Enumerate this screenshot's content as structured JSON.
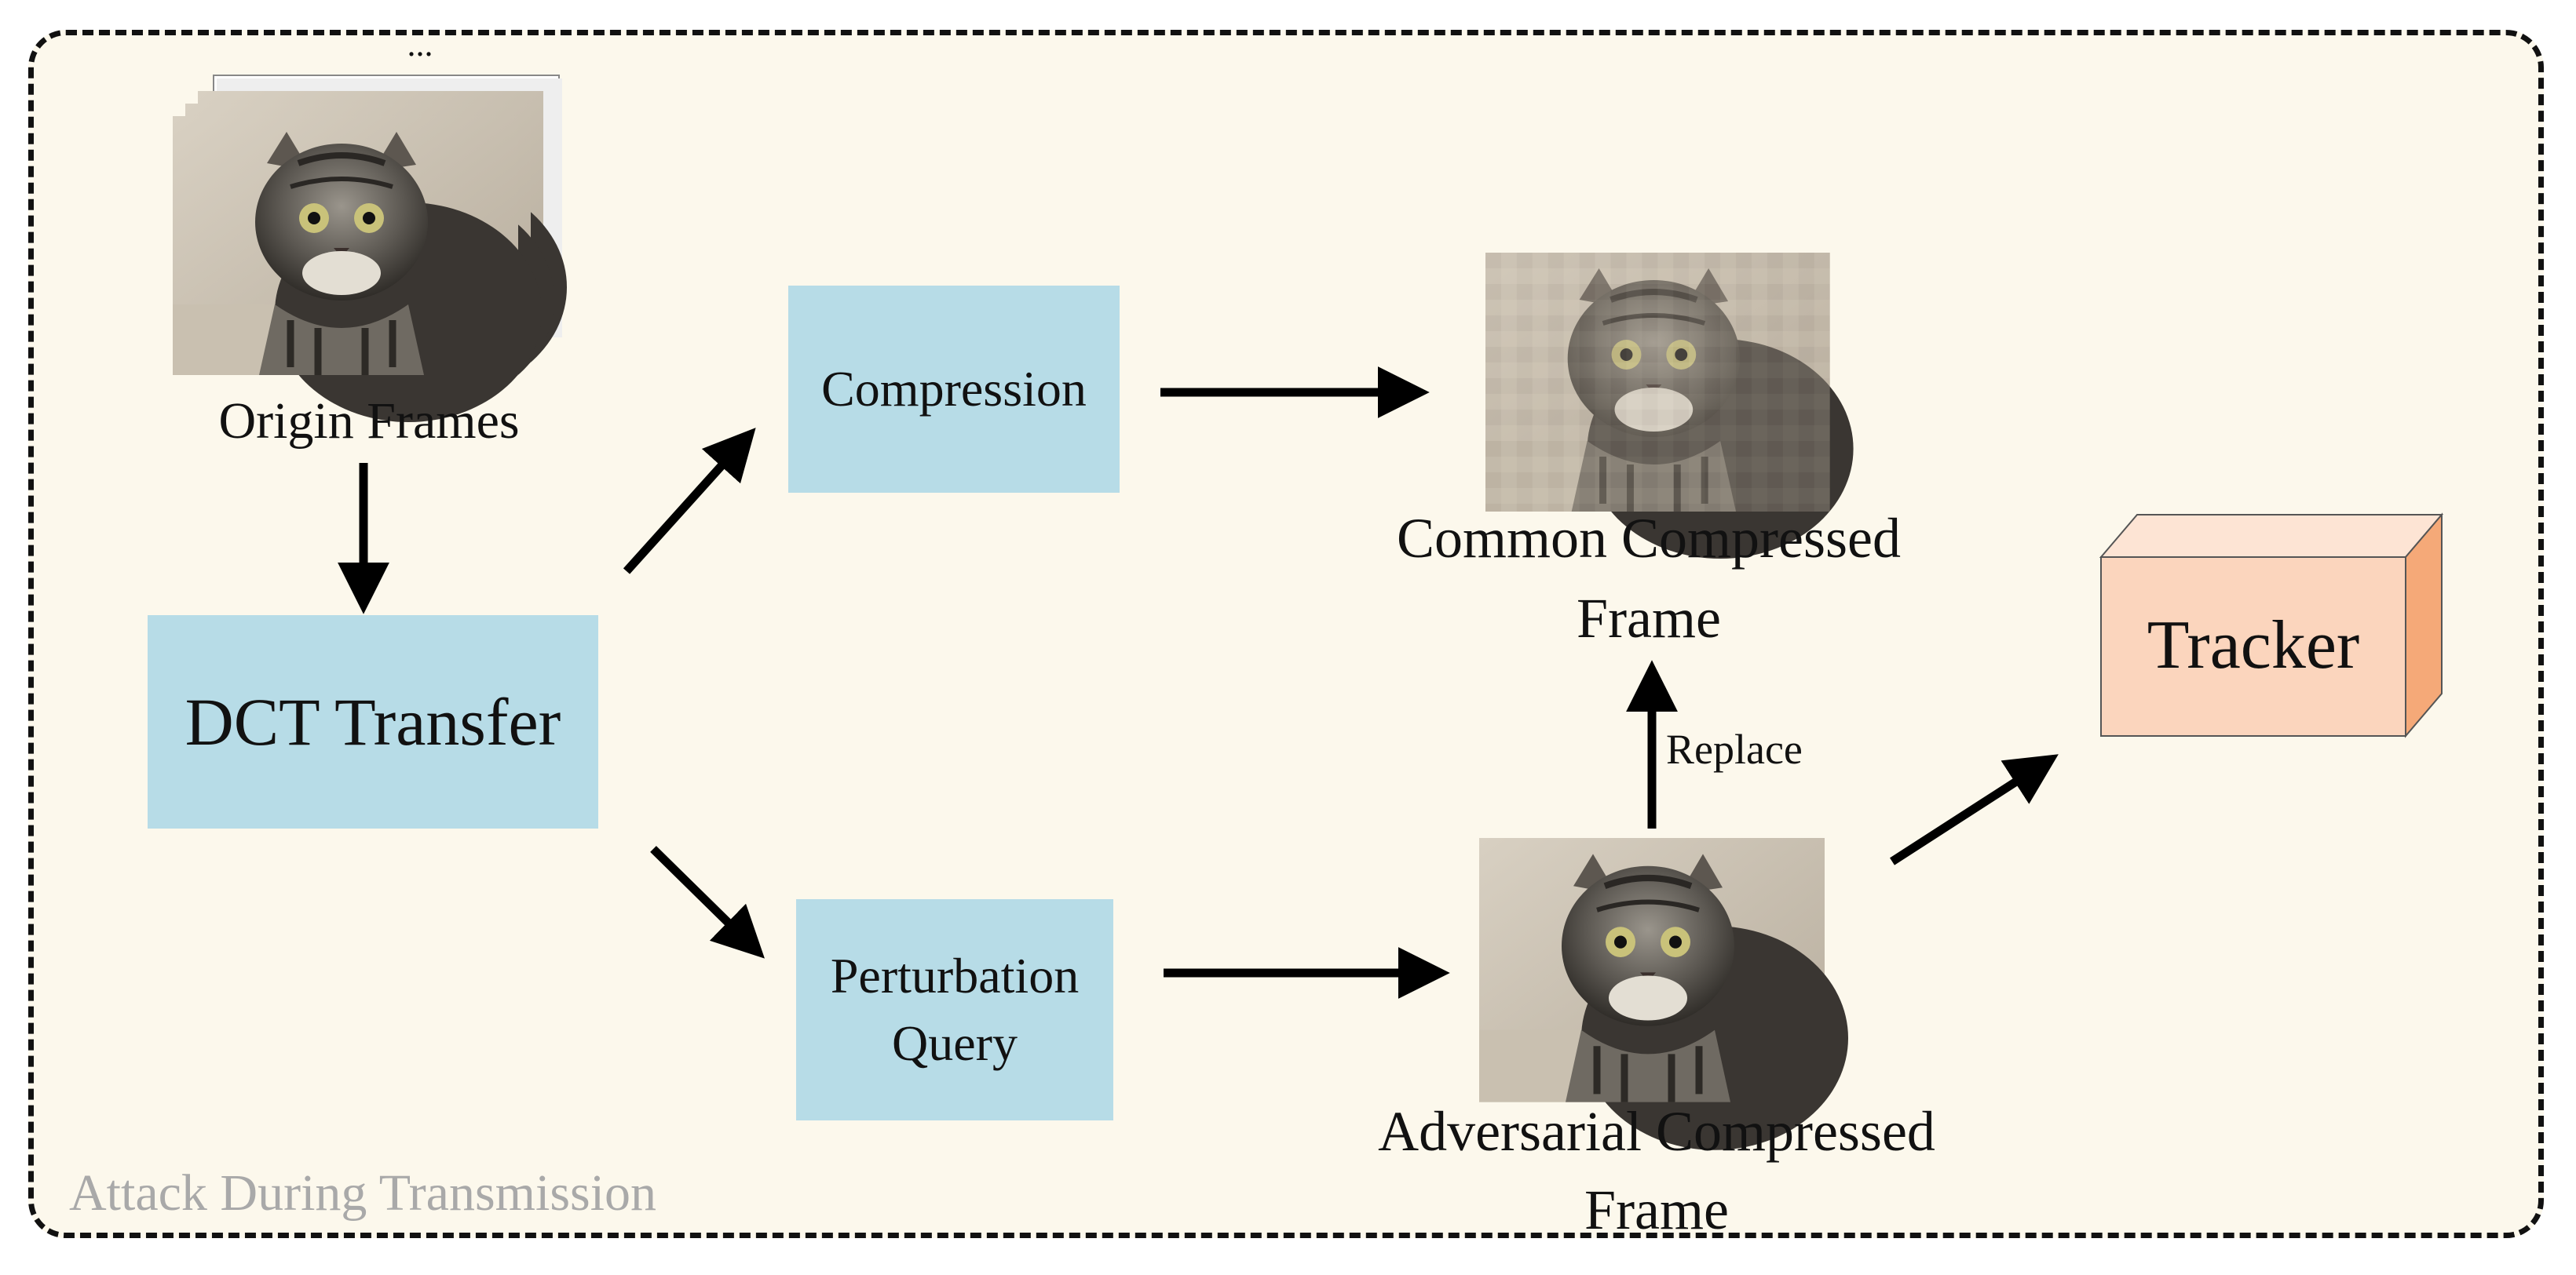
{
  "panel_label": "Attack During Transmission",
  "origin": {
    "ellipsis": "...",
    "label": "Origin Frames"
  },
  "dct_box": {
    "label": "DCT Transfer"
  },
  "compression_box": {
    "label": "Compression"
  },
  "perturbation_box": {
    "line1": "Perturbation",
    "line2": "Query"
  },
  "common_frame": {
    "line1": "Common Compressed",
    "line2": "Frame"
  },
  "adversarial_frame": {
    "line1": "Adversarial Compressed",
    "line2": "Frame"
  },
  "replace_label": "Replace",
  "tracker": {
    "label": "Tracker"
  },
  "colors": {
    "panel_bg": "#fcf8ec",
    "process_box": "#b7dce7",
    "tracker_front": "#fbd5bd",
    "tracker_side": "#f5a978",
    "tracker_top": "#fde4d4",
    "panel_label": "#a9a9a9"
  }
}
